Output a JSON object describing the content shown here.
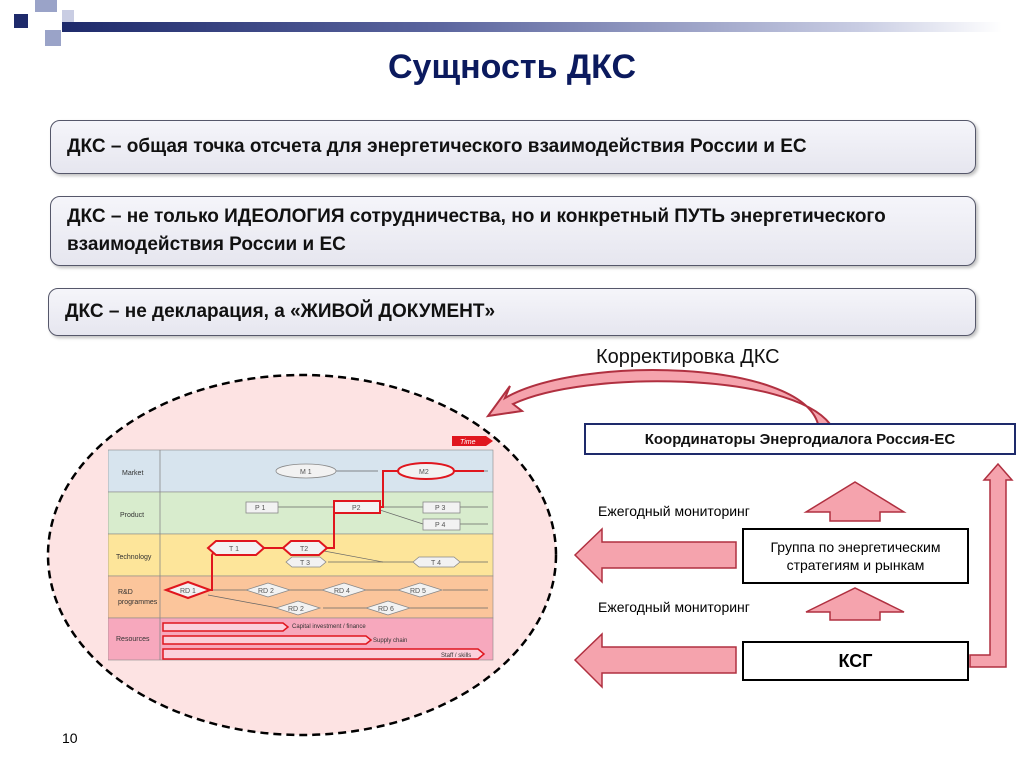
{
  "title": "Сущность ДКС",
  "statements": [
    "ДКС – общая точка отсчета для энергетического взаимодействия России и ЕС",
    "ДКС – не только ИДЕОЛОГИЯ сотрудничества, но и конкретный ПУТЬ энергетического взаимодействия России и ЕС",
    "ДКС – не декларация, а «ЖИВОЙ ДОКУМЕНТ»"
  ],
  "correction_label": "Корректировка ДКС",
  "coordinators_label": "Координаторы Энергодиалога Россия-ЕС",
  "monitoring_label_1": "Ежегодный мониторинг",
  "monitoring_label_2": "Ежегодный мониторинг",
  "group_label": "Группа по энергетическим стратегиям и рынкам",
  "ksg_label": "КСГ",
  "page_number": "10",
  "roadmap": {
    "time_label": "Time",
    "rows": [
      "Market",
      "Product",
      "Technology",
      "R&D programmes",
      "Resources"
    ],
    "nodes": {
      "m1": "M 1",
      "m2": "M2",
      "p1": "P 1",
      "p2": "P2",
      "p3": "P 3",
      "p4": "P 4",
      "t1": "T 1",
      "t2": "T2",
      "t3": "T 3",
      "t4": "T 4",
      "rd1": "RD 1",
      "rd2a": "RD 2",
      "rd4": "RD 4",
      "rd5": "RD 5",
      "rd2b": "RD 2",
      "rd6": "RD 6"
    },
    "resources": [
      "Capital investment / finance",
      "Supply chain",
      "Staff / skills"
    ]
  },
  "colors": {
    "title": "#0b1a5e",
    "arrow_fill": "#f5a3ad",
    "arrow_stroke": "#b03040",
    "ellipse_fill": "#fde3e3",
    "roadmap_red": "#e0161e",
    "row_market": "#d7e4ee",
    "row_product": "#d8eccd",
    "row_technology": "#fde59a",
    "row_rd": "#fbc59b",
    "row_resources": "#f7a8bd"
  }
}
